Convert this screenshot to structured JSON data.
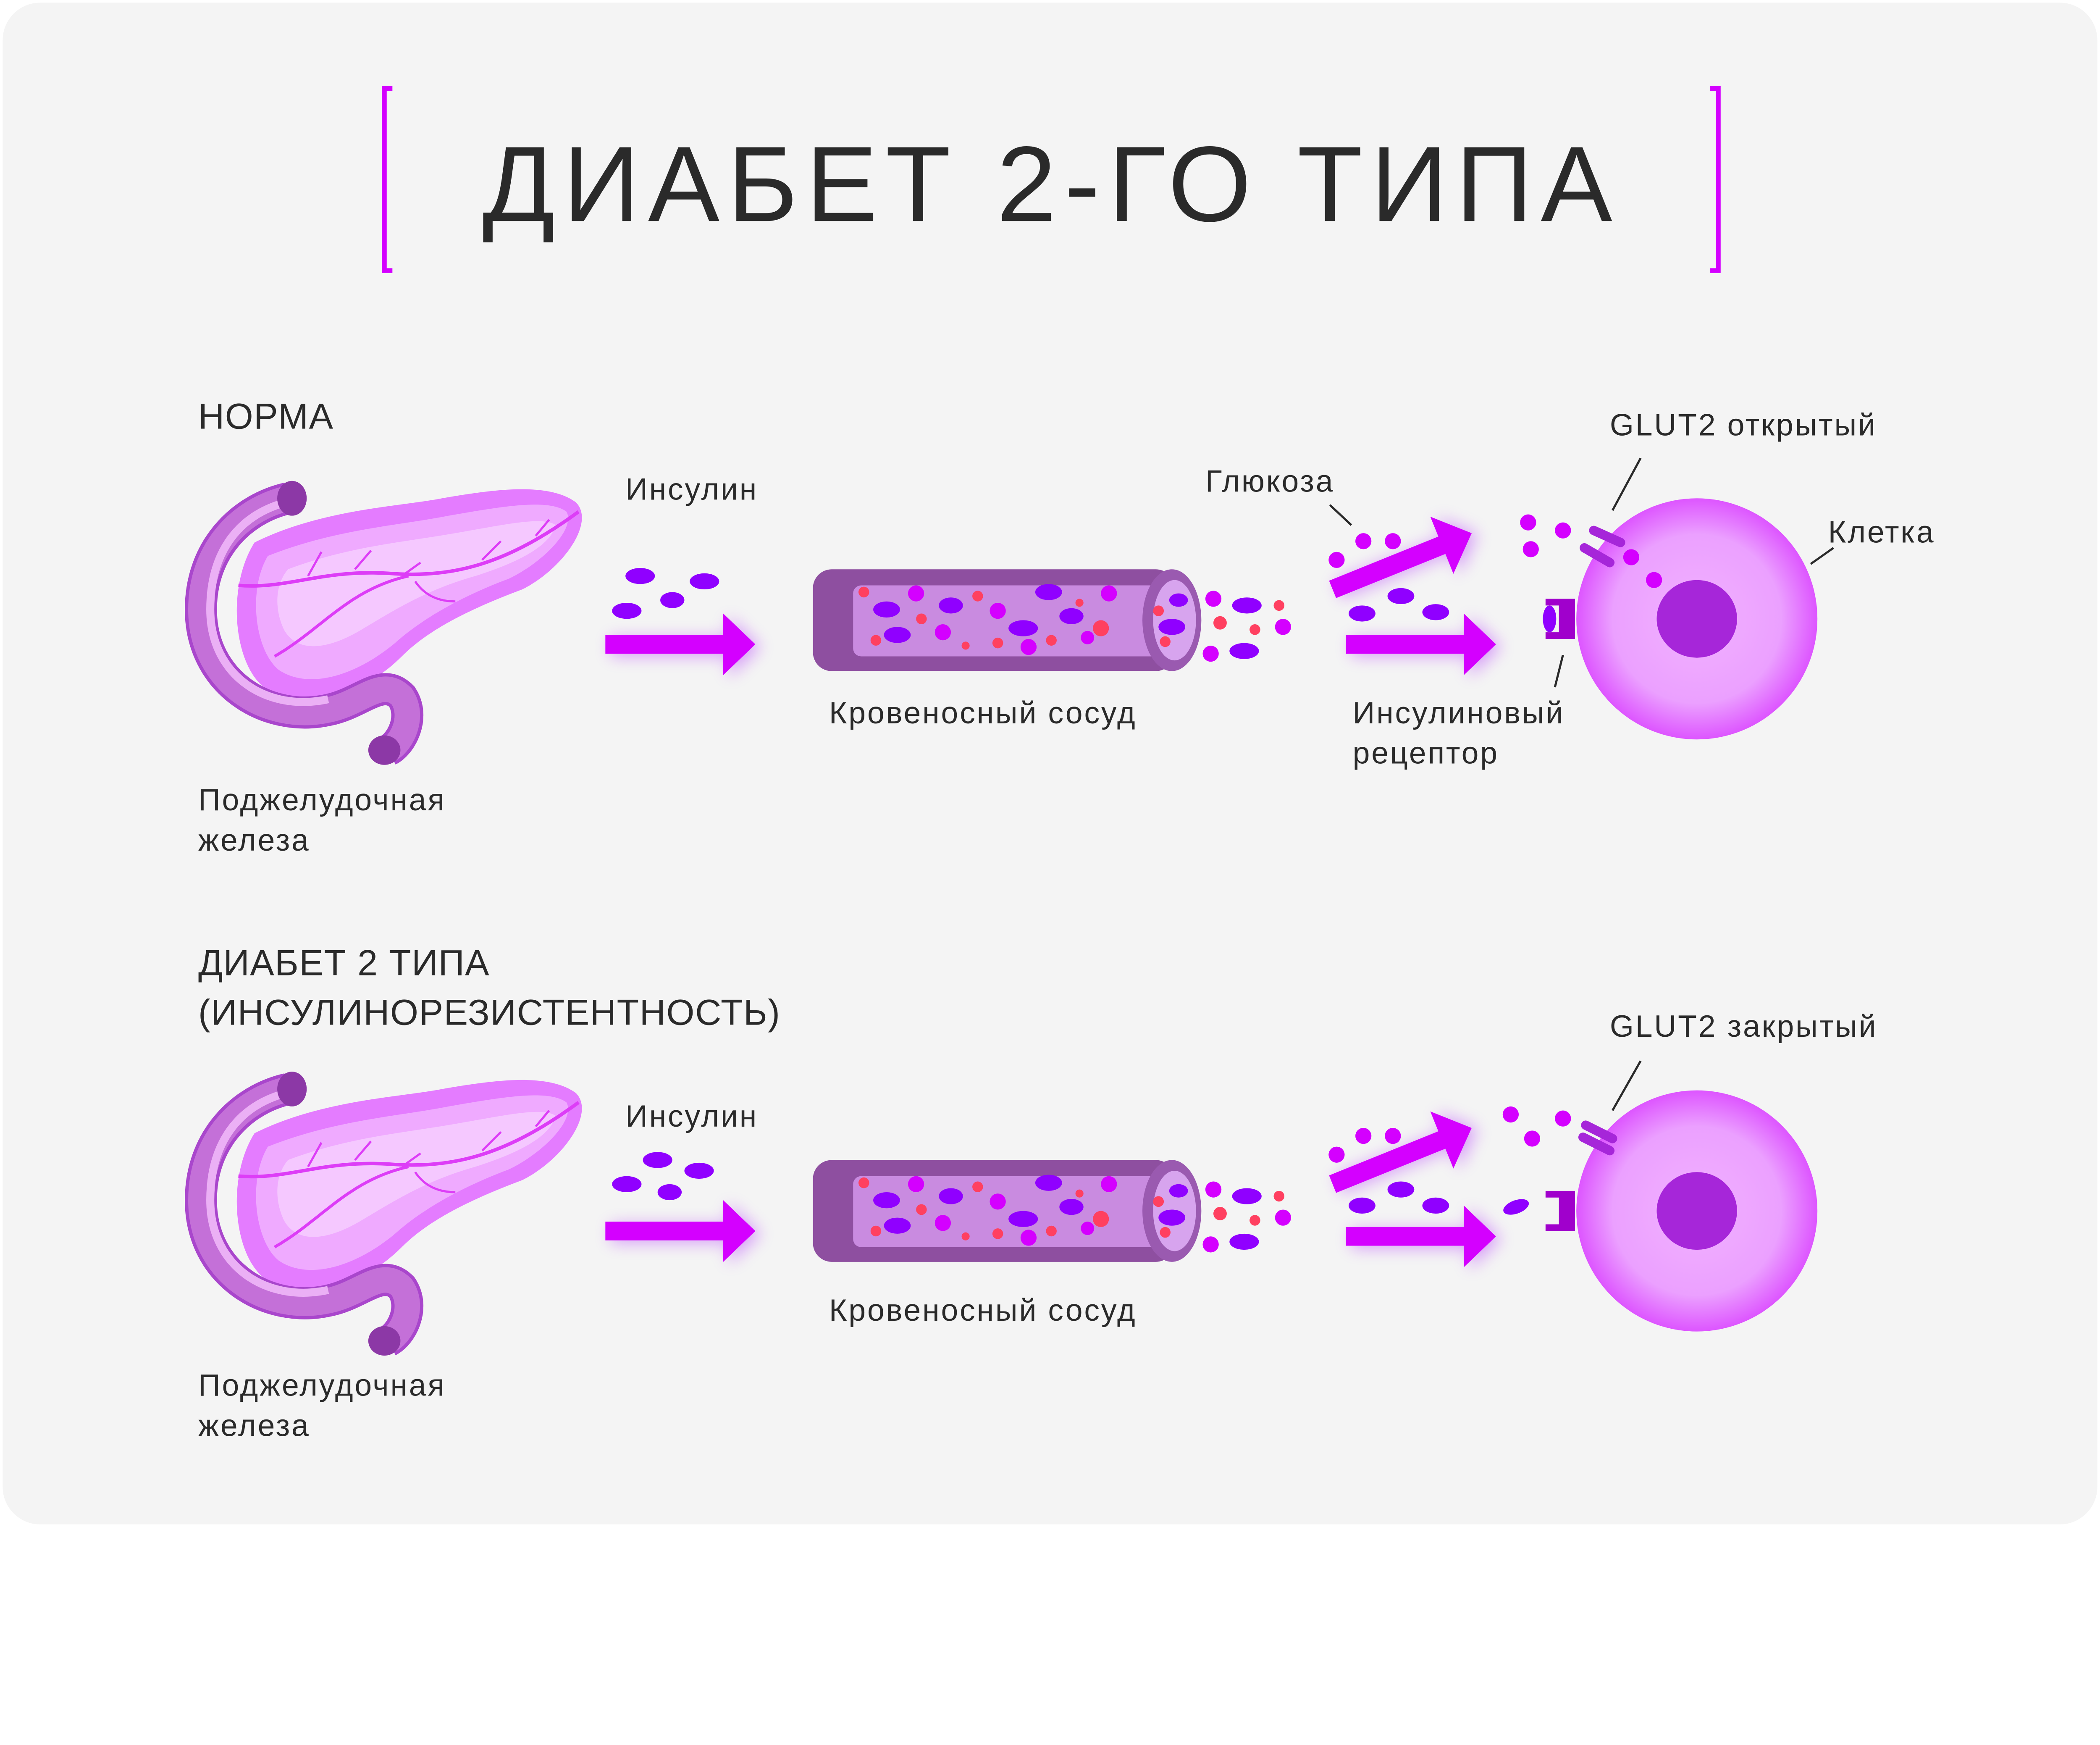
{
  "title": "ДИАБЕТ 2-ГО ТИПА",
  "colors": {
    "accent": "#d400ff",
    "insulin": "#9000ff",
    "glucose": "#d400ff",
    "blood_cell": "#ff4060",
    "background": "#f4f4f4",
    "cell": "#ee9cff",
    "nucleus": "#a626d9"
  },
  "normal": {
    "heading": "НОРМА",
    "pancreas_label_1": "Поджелудочная",
    "pancreas_label_2": "железа",
    "insulin_label": "Инсулин",
    "vessel_label": "Кровеносный сосуд",
    "glucose_label": "Глюкоза",
    "glut2_label": "GLUT2 открытый",
    "cell_label": "Клетка",
    "receptor_label_1": "Инсулиновый",
    "receptor_label_2": "рецептор"
  },
  "diabetes": {
    "heading_1": "ДИАБЕТ 2 ТИПА",
    "heading_2": "(ИНСУЛИНОРЕЗИСТЕНТНОСТЬ)",
    "pancreas_label_1": "Поджелудочная",
    "pancreas_label_2": "железа",
    "insulin_label": "Инсулин",
    "vessel_label": "Кровеносный сосуд",
    "glut2_label": "GLUT2 закрытый"
  }
}
